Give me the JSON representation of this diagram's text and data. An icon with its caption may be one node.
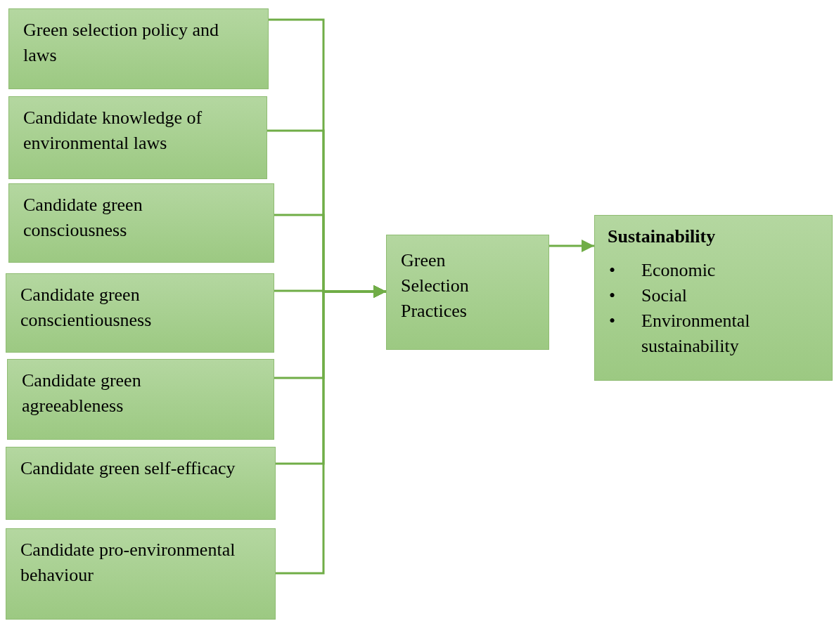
{
  "diagram": {
    "nodes": [
      {
        "text": [
          "Green selection policy and laws"
        ]
      },
      {
        "text": [
          "Candidate knowledge of environmental laws"
        ]
      },
      {
        "text": [
          "Candidate green consciousness"
        ]
      },
      {
        "text": [
          "Candidate green conscientiousness"
        ]
      },
      {
        "text": [
          "Candidate green agreeableness"
        ]
      },
      {
        "text": [
          "Candidate green self-efficacy"
        ]
      },
      {
        "text": [
          "Candidate pro-environmental behaviour"
        ]
      },
      {
        "text": [
          "Green Selection Practices"
        ]
      },
      {
        "text": [
          "Sustainability",
          "•",
          "Economic",
          "•",
          "Social",
          "•",
          "Environmental sustainability"
        ]
      }
    ],
    "edges": [
      {
        "from": 0,
        "to": 7,
        "arrow": "to"
      },
      {
        "from": 1,
        "to": 7,
        "arrow": "to"
      },
      {
        "from": 2,
        "to": 7,
        "arrow": "to"
      },
      {
        "from": 3,
        "to": 7,
        "arrow": "to"
      },
      {
        "from": 4,
        "to": 7,
        "arrow": "to"
      },
      {
        "from": 5,
        "to": 7,
        "arrow": "to"
      },
      {
        "from": 6,
        "to": 7,
        "arrow": "to"
      },
      {
        "from": 7,
        "to": 8,
        "arrow": "to"
      }
    ]
  }
}
